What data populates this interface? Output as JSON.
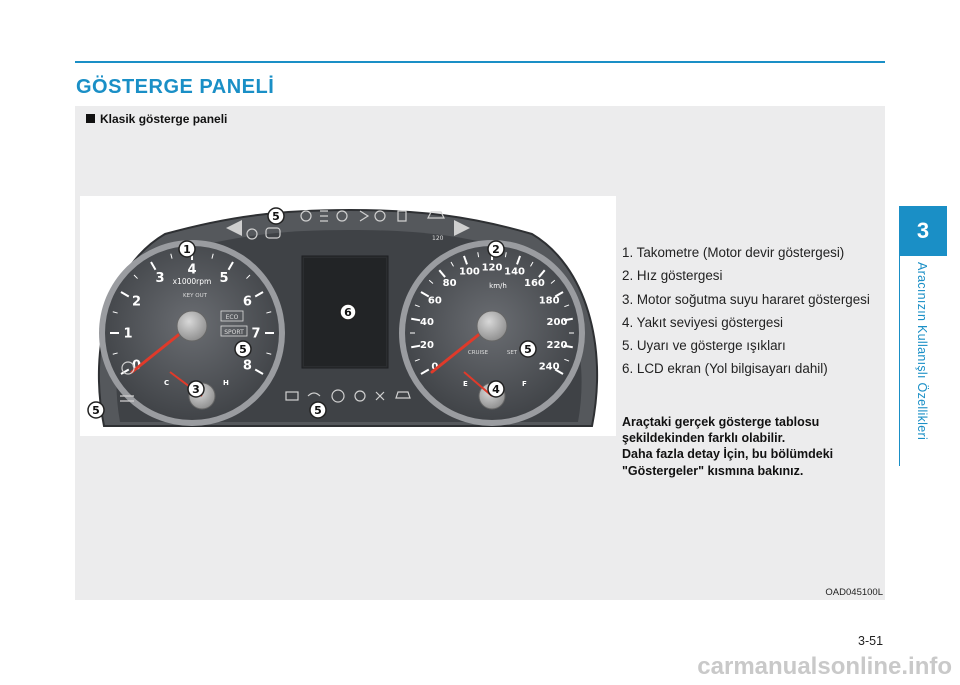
{
  "section_title": "GÖSTERGE PANELİ",
  "panel_heading": "Klasik gösterge paneli",
  "legend_items": [
    "1. Takometre (Motor devir göstergesi)",
    "2. Hız göstergesi",
    "3. Motor soğutma suyu hararet göstergesi",
    "4. Yakıt seviyesi göstergesi",
    "5. Uyarı ve gösterge ışıkları",
    "6. LCD ekran (Yol bilgisayarı dahil)"
  ],
  "note_lines": [
    "Araçtaki gerçek gösterge tablosu",
    "şekildekinden farklı olabilir.",
    "Daha fazla detay İçin, bu bölümdeki",
    "\"Göstergeler\" kısmına bakınız."
  ],
  "figure_code": "OAD045100L",
  "chapter_number": "3",
  "chapter_title": "Aracınızın Kullanışlı Özellikleri",
  "page_number": "3-51",
  "watermark": "carmanualsonline.info",
  "cluster": {
    "tach_labels": [
      "0",
      "1",
      "2",
      "3",
      "4",
      "5",
      "6",
      "7",
      "8"
    ],
    "tach_unit": "x1000rpm",
    "speed_labels": [
      "0",
      "20",
      "40",
      "60",
      "80",
      "100",
      "120",
      "140",
      "160",
      "180",
      "200",
      "220",
      "240"
    ],
    "speed_unit": "km/h",
    "temp_cold": "C",
    "temp_hot": "H",
    "fuel_empty": "E",
    "fuel_full": "F",
    "eco_label": "ECO",
    "sport_label": "SPORT",
    "key_out_label": "KEY OUT",
    "cruise_label": "CRUISE",
    "set_label": "SET",
    "speed_limit": "120",
    "callouts": [
      "1",
      "2",
      "3",
      "4",
      "5",
      "6"
    ]
  },
  "colors": {
    "accent": "#1a8fc6"
  }
}
